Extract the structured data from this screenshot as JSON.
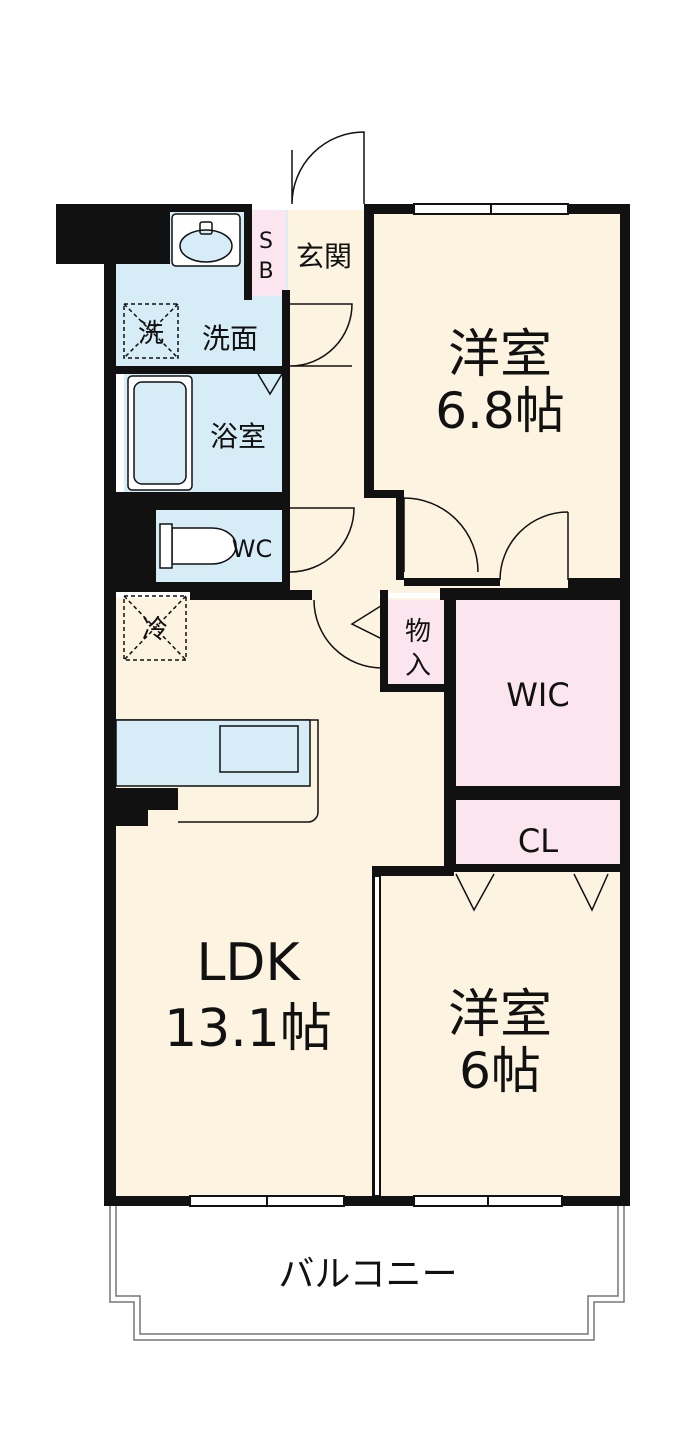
{
  "rooms": {
    "western_room_1": {
      "name": "洋室",
      "size": "6.8帖"
    },
    "western_room_2": {
      "name": "洋室",
      "size": "6帖"
    },
    "ldk": {
      "name": "LDK",
      "size": "13.1帖"
    },
    "wic": "WIC",
    "closet": "CL",
    "storage_1": "物",
    "storage_2": "入",
    "entrance": "玄関",
    "shoe_box_1": "S",
    "shoe_box_2": "B",
    "washroom": "洗面",
    "washer": "洗",
    "bathroom": "浴室",
    "toilet": "WC",
    "fridge": "冷",
    "balcony": "バルコニー"
  },
  "colors": {
    "wall": "#111111",
    "floor": "#fcf3e0",
    "wet_area": "#d6edf8",
    "storage": "#fbe5ee",
    "balcony": "#ffffff"
  }
}
